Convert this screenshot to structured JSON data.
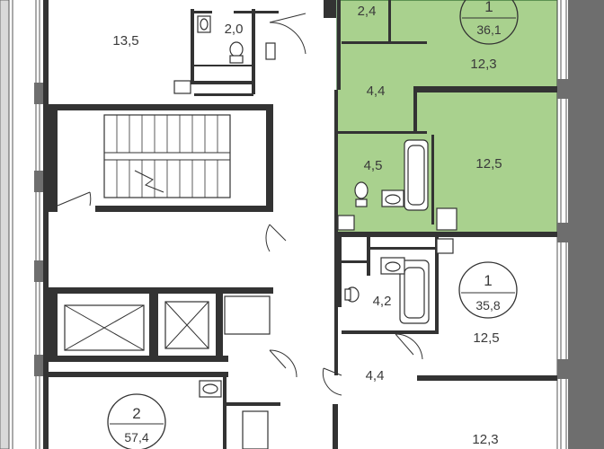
{
  "colors": {
    "highlight": "#a9d18e",
    "highlight_edge": "#2f6b2f",
    "wall": "#333333",
    "window": "#d9d9d9"
  },
  "rooms": [
    {
      "id": "r-135",
      "label": "13,5"
    },
    {
      "id": "r-20",
      "label": "2,0"
    },
    {
      "id": "r-24",
      "label": "2,4"
    },
    {
      "id": "r-123-top",
      "label": "12,3"
    },
    {
      "id": "r-44-top",
      "label": "4,4"
    },
    {
      "id": "r-45",
      "label": "4,5"
    },
    {
      "id": "r-125-top",
      "label": "12,5"
    },
    {
      "id": "r-42",
      "label": "4,2"
    },
    {
      "id": "r-125-bottom",
      "label": "12,5"
    },
    {
      "id": "r-44-bottom",
      "label": "4,4"
    },
    {
      "id": "r-123-bottom",
      "label": "12,3"
    }
  ],
  "apartments": [
    {
      "id": "apt-highlighted",
      "number": "1",
      "area": "36,1"
    },
    {
      "id": "apt-right",
      "number": "1",
      "area": "35,8"
    },
    {
      "id": "apt-bottom-left",
      "number": "2",
      "area": "57,4"
    }
  ],
  "icons": [
    "toilet-icon",
    "sink-icon",
    "bathtub-icon",
    "stair-icon",
    "elevator-icon",
    "door-swing-icon",
    "window-icon"
  ]
}
